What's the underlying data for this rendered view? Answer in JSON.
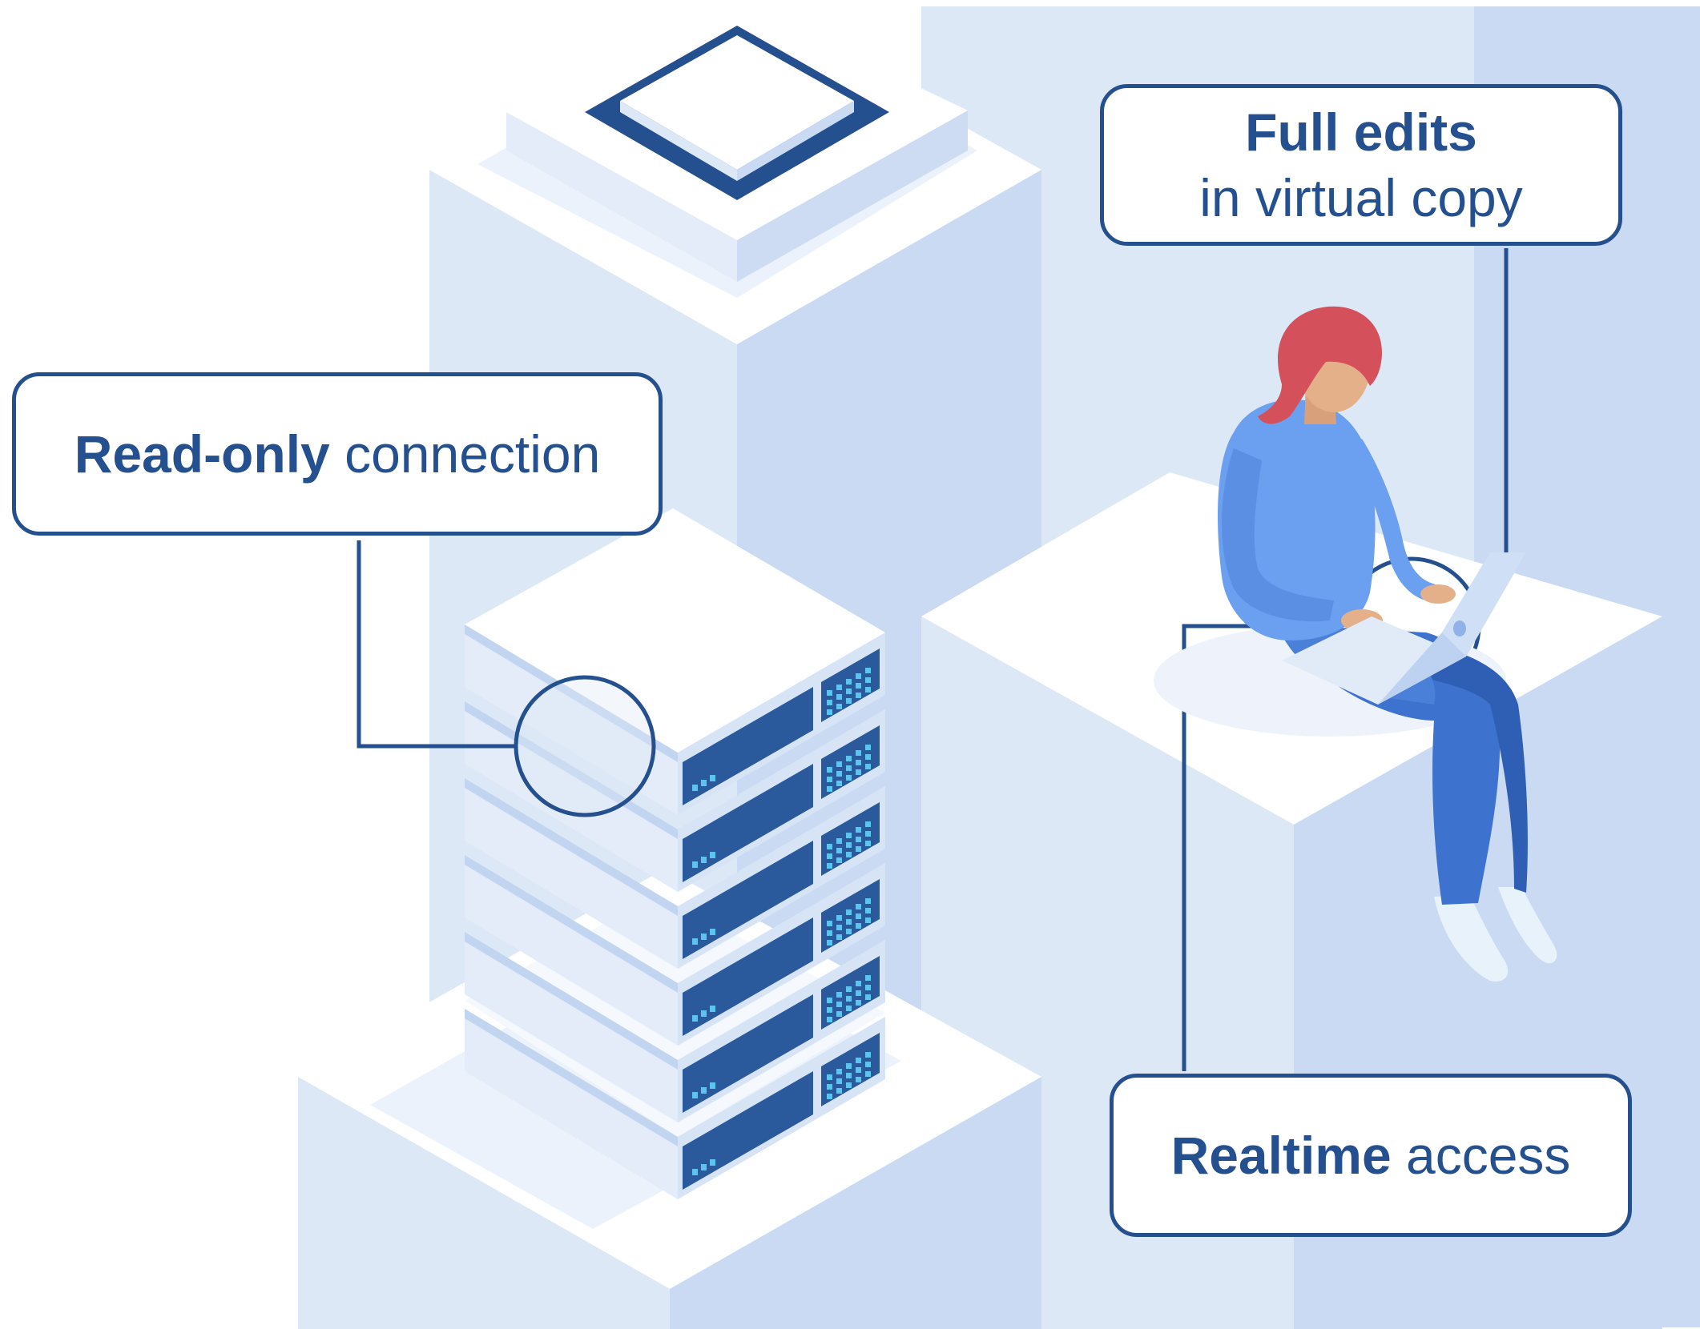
{
  "callouts": {
    "read_only": {
      "bold": "Read-only",
      "light": " connection"
    },
    "full_edits": {
      "bold": "Full edits",
      "light": "in virtual copy"
    },
    "realtime": {
      "bold": "Realtime",
      "light": " access"
    }
  },
  "icons": {
    "server": "server-rack-icon",
    "person": "person-with-laptop-icon",
    "chip": "chip-icon"
  },
  "colors": {
    "accent": "#24508f",
    "panel_light": "#dde8f7",
    "panel_mid": "#c9daf2",
    "server_face": "#2a5a9b",
    "led": "#5fc3ef",
    "hair": "#d4505a",
    "shirt": "#6b9ff0",
    "pants": "#3d72cf"
  }
}
